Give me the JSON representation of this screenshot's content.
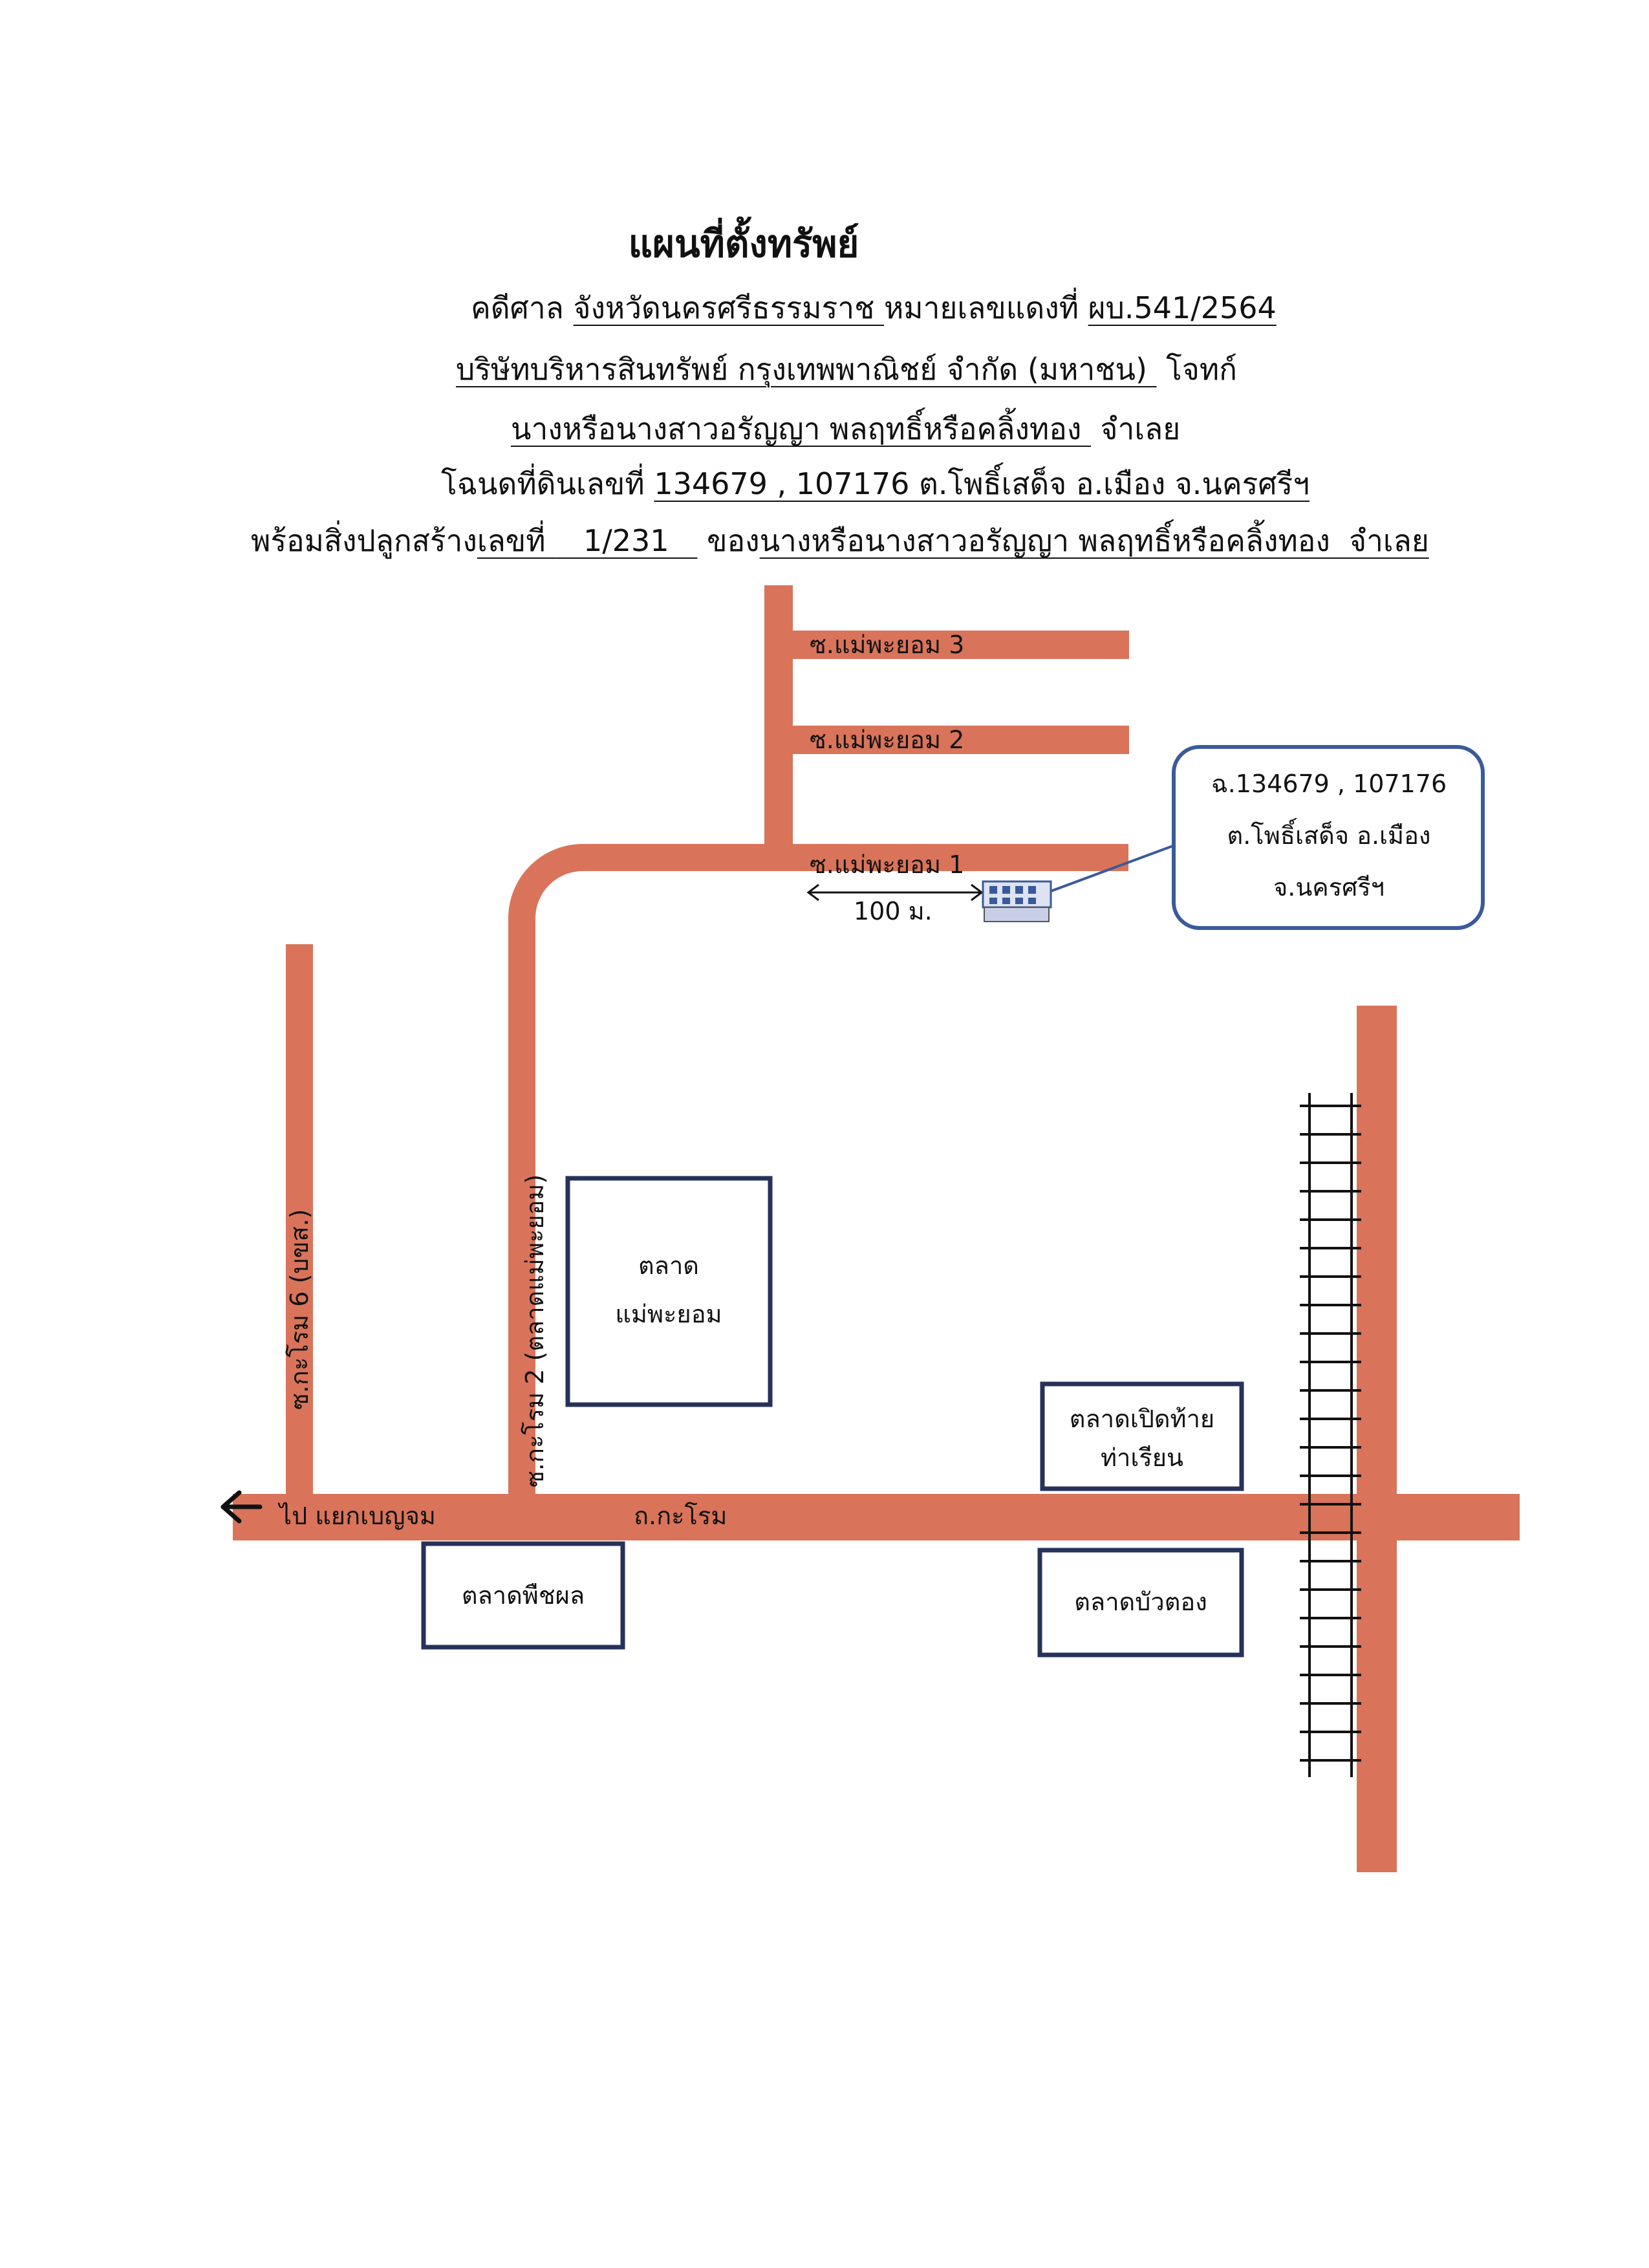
{
  "header": {
    "title": "แผนที่ตั้งทรัพย์",
    "line1": {
      "prefix": "คดีศาล ",
      "court": "จังหวัดนครศรีธรรมราช ",
      "mid": "หมายเลขแดงที่ ",
      "case_no": "ผบ.541/2564"
    },
    "line2": {
      "creditor": "บริษัทบริหารสินทรัพย์ กรุงเทพพาณิชย์ จำกัด (มหาชน) ",
      "role": " โจทก์"
    },
    "line3": {
      "debtor": "นางหรือนางสาวอรัญญา พลฤทธิ์หรือคลิ้งทอง ",
      "role": " จำเลย"
    },
    "line4": {
      "prefix": "โฉนดที่ดินเลขที่ ",
      "deeds": "134679 , 107176 ต.โพธิ์เสด็จ อ.เมือง จ.นครศรีฯ"
    },
    "line5": {
      "prefix": "พร้อมสิ่งปลูกสร้าง",
      "label_no": "เลขที่ ",
      "house_no": "   1/231   ",
      "mid": " ของ",
      "owner": "นางหรือนางสาวอรัญญา พลฤทธิ์หรือคลิ้งทอง  จำเลย"
    }
  },
  "map": {
    "roads": {
      "soi_mae_phayom_3": "ซ.แม่พะยอม 3",
      "soi_mae_phayom_2": "ซ.แม่พะยอม 2",
      "soi_mae_phayom_1": "ซ.แม่พะยอม 1",
      "soi_karom_6": "ซ.กะโรม 6 (บขส.)",
      "soi_karom_2": "ซ.กะโรม 2 (ตลาดแม่พะยอม)",
      "karom_road": "ถ.กะโรม",
      "to_benchom": "ไป แยกเบญจม"
    },
    "distance_label": "100 ม.",
    "callout": {
      "line1": "ฉ.134679 , 107176",
      "line2": "ต.โพธิ์เสด็จ อ.เมือง",
      "line3": "จ.นครศรีฯ"
    },
    "landmarks": {
      "mae_phayom_market_1": "ตลาด",
      "mae_phayom_market_2": "แม่พะยอม",
      "tha_rian_1": "ตลาดเปิดท้าย",
      "tha_rian_2": "ท่าเรียน",
      "phuet_phon": "ตลาดพืชผล",
      "bua_tong": "ตลาดบัวตอง"
    },
    "colors": {
      "road": "#D9745A",
      "box_border": "#26325a",
      "callout_border": "#3a5a9a",
      "railway": "#111111"
    }
  }
}
